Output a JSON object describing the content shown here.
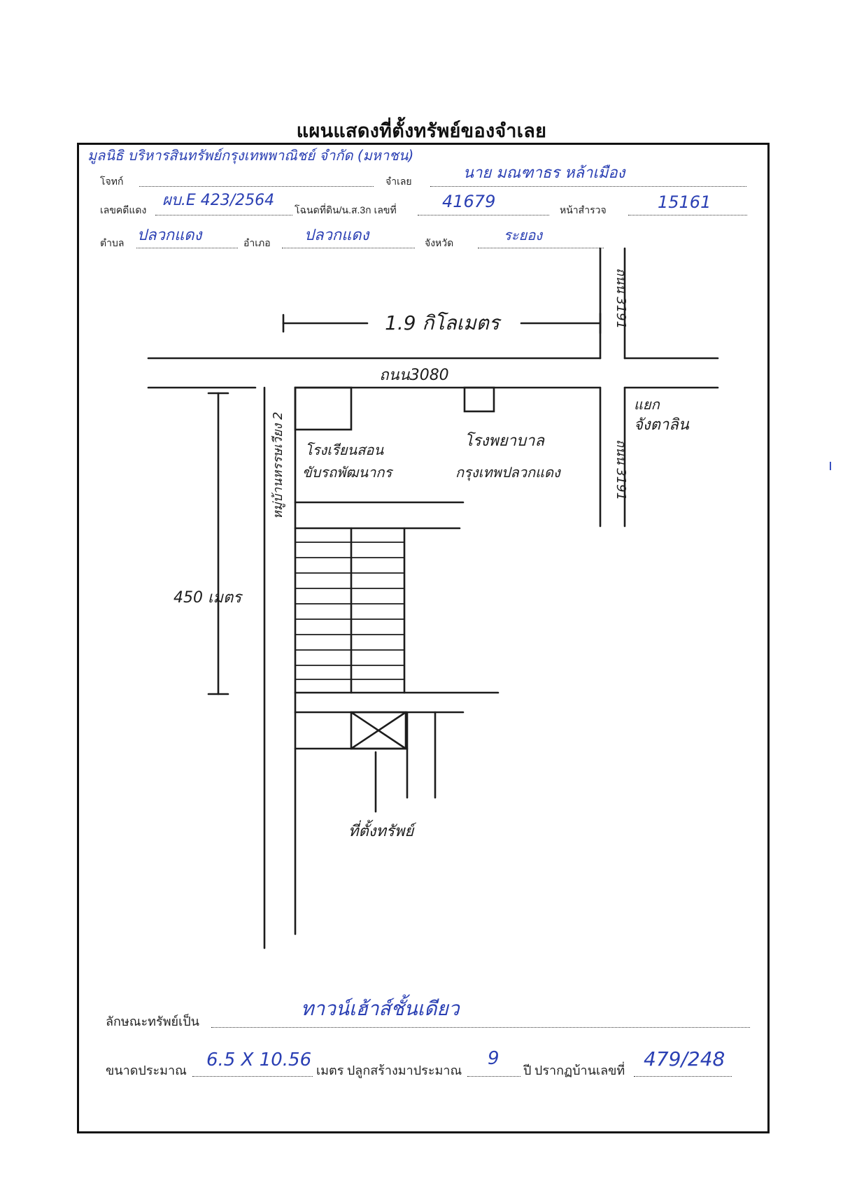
{
  "title": "แผนแสดงที่ตั้งทรัพย์ของจำเลย",
  "header": {
    "plaintiff_label": "โจทก์",
    "plaintiff_value": "มูลนิธิ บริหารสินทรัพย์กรุงเทพพาณิชย์ จำกัด (มหาชน)",
    "defendant_label": "จำเลย",
    "defendant_value": "นาย มณฑาธร หล้าเมือง",
    "case_label": "เลขคดีแดง",
    "case_value": "ผบ.E 423/2564",
    "deed_label": "โฉนดที่ดิน/น.ส.3ก เลขที่",
    "deed_value": "41679",
    "survey_label": "หน้าสำรวจ",
    "survey_value": "15161",
    "subdistrict_label": "ตำบล",
    "subdistrict_value": "ปลวกแดง",
    "district_label": "อำเภอ",
    "district_value": "ปลวกแดง",
    "province_label": "จังหวัด",
    "province_value": "ระยอง"
  },
  "map": {
    "distance_top": "1.9 กิโลเมตร",
    "road_top_vertical": "ถนน 3191",
    "road_main": "ถนน3080",
    "junction": "แยก",
    "junction_name": "จังตาลิน",
    "road_side_vertical": "ถนน 3191",
    "soi_vertical": "หมู่บ้านหรรษเวียง 2",
    "school_line1": "โรงเรียนสอน",
    "school_line2": "ขับรถพัฒนากร",
    "hospital_line1": "โรงพยาบาล",
    "hospital_line2": "กรุงเทพปลวกแดง",
    "distance_left": "450 เมตร",
    "property_label": "ที่ตั้งทรัพย์"
  },
  "footer": {
    "nature_label": "ลักษณะทรัพย์เป็น",
    "nature_value": "ทาวน์เฮ้าส์ชั้นเดียว",
    "size_label": "ขนาดประมาณ",
    "size_value": "6.5 X 10.56",
    "size_unit": "เมตร ปลูกสร้างมาประมาณ",
    "age_value": "9",
    "house_no_label": "ปี ปรากฏบ้านเลขที่",
    "house_no_value": "479/248"
  },
  "colors": {
    "ink_handwriting": "#2a3fb3",
    "ink_map": "#1c1c1c",
    "frame": "#111111"
  }
}
